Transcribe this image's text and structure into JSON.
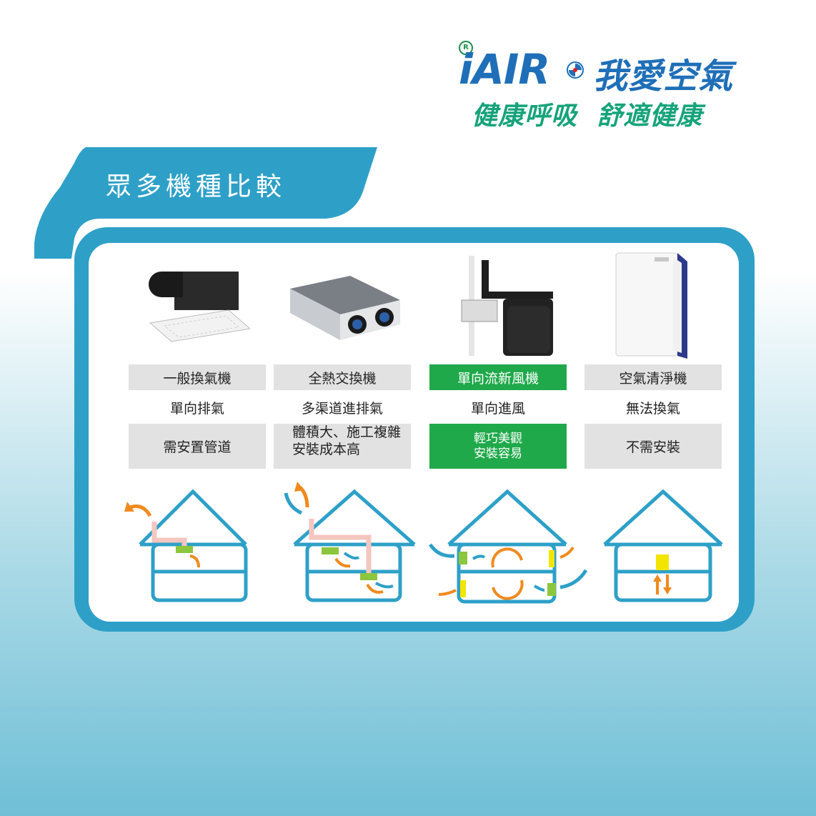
{
  "logo": {
    "brand": "iAIR",
    "registered": "R",
    "name_cn": "我愛空氣",
    "slogan": "健康呼吸  舒適健康"
  },
  "section_title": "眾多機種比較",
  "columns": [
    {
      "name": "一般換氣機",
      "feature": "單向排氣",
      "note": [
        "需安置管道"
      ],
      "highlight": false,
      "product_icon": "ceiling-exhaust-fan-icon",
      "diagram_icon": "house-exhaust-diagram-icon"
    },
    {
      "name": "全熱交換機",
      "feature": "多渠道進排氣",
      "note": [
        "體積大、施工複雜",
        "安裝成本高"
      ],
      "highlight": false,
      "product_icon": "heat-exchanger-icon",
      "diagram_icon": "house-heat-exchange-diagram-icon"
    },
    {
      "name": "單向流新風機",
      "feature": "單向進風",
      "note": [
        "輕巧美觀",
        "安裝容易"
      ],
      "highlight": true,
      "product_icon": "wall-fresh-air-unit-icon",
      "diagram_icon": "house-fresh-air-diagram-icon"
    },
    {
      "name": "空氣清淨機",
      "feature": "無法換氣",
      "note": [
        "不需安裝"
      ],
      "highlight": false,
      "product_icon": "air-purifier-icon",
      "diagram_icon": "house-purifier-diagram-icon"
    }
  ],
  "colors": {
    "brand_blue": "#1f6fb8",
    "brand_green": "#16a37a",
    "panel_blue": "#2ea0c8",
    "highlight_green": "#1fa94a",
    "row_gray": "#e2e2e2",
    "arrow_orange": "#f08a1e",
    "arrow_blue": "#2ea0c8",
    "vent_green": "#8cc63e",
    "vent_yellow": "#f2e500",
    "duct_pink": "#f4c6c0"
  }
}
